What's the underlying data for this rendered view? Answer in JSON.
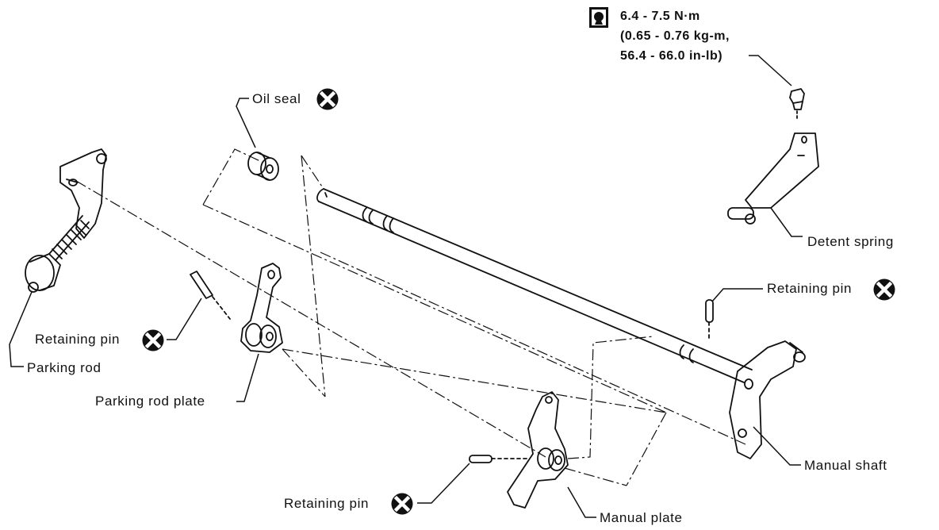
{
  "torque_spec": {
    "line1": "6.4 - 7.5 N·m",
    "line2": "(0.65 - 0.76 kg-m,",
    "line3": "56.4 - 66.0 in-lb)"
  },
  "labels": {
    "oil_seal": "Oil seal",
    "detent_spring": "Detent spring",
    "retaining_pin_right": "Retaining pin",
    "retaining_pin_left": "Retaining pin",
    "parking_rod": "Parking rod",
    "parking_rod_plate": "Parking rod plate",
    "manual_shaft": "Manual shaft",
    "retaining_pin_bottom": "Retaining pin",
    "manual_plate": "Manual plate"
  },
  "icons": {
    "replace_part": "do-not-reuse-icon",
    "torque": "torque-wrench-icon"
  },
  "colors": {
    "ink": "#111111",
    "paper": "#ffffff"
  }
}
